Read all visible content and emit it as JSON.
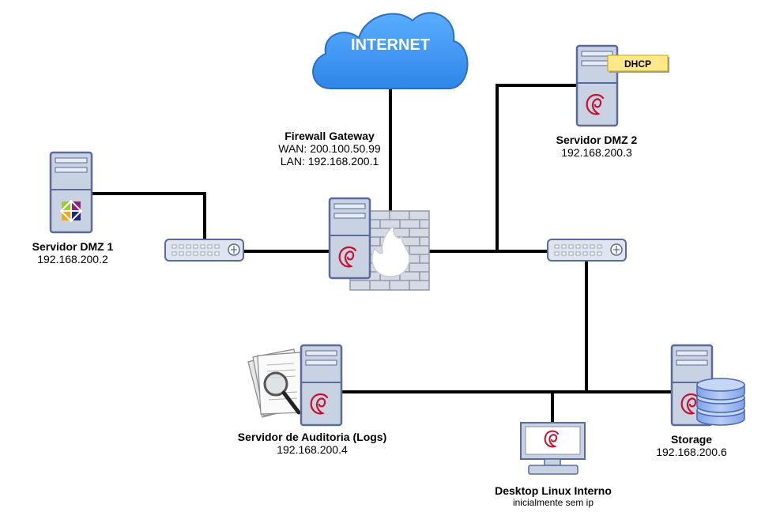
{
  "internet": {
    "label": "INTERNET"
  },
  "dhcp_badge": "DHCP",
  "firewall": {
    "title": "Firewall Gateway",
    "wan": "WAN: 200.100.50.99",
    "lan": "LAN: 192.168.200.1"
  },
  "dmz1": {
    "name": "Servidor DMZ 1",
    "ip": "192.168.200.2"
  },
  "dmz2": {
    "name": "Servidor DMZ 2",
    "ip": "192.168.200.3"
  },
  "auditoria": {
    "name": "Servidor de Auditoria (Logs)",
    "ip": "192.168.200.4"
  },
  "desktop": {
    "name": "Desktop Linux Interno",
    "note": "inicialmente sem ip"
  },
  "storage": {
    "name": "Storage",
    "ip": "192.168.200.6"
  },
  "colors": {
    "cloud": "#3b95f5",
    "server_body": "#c9d2e3",
    "server_outline": "#5a6a99",
    "debian_red": "#c8102e",
    "brick": "#8d97ac"
  }
}
